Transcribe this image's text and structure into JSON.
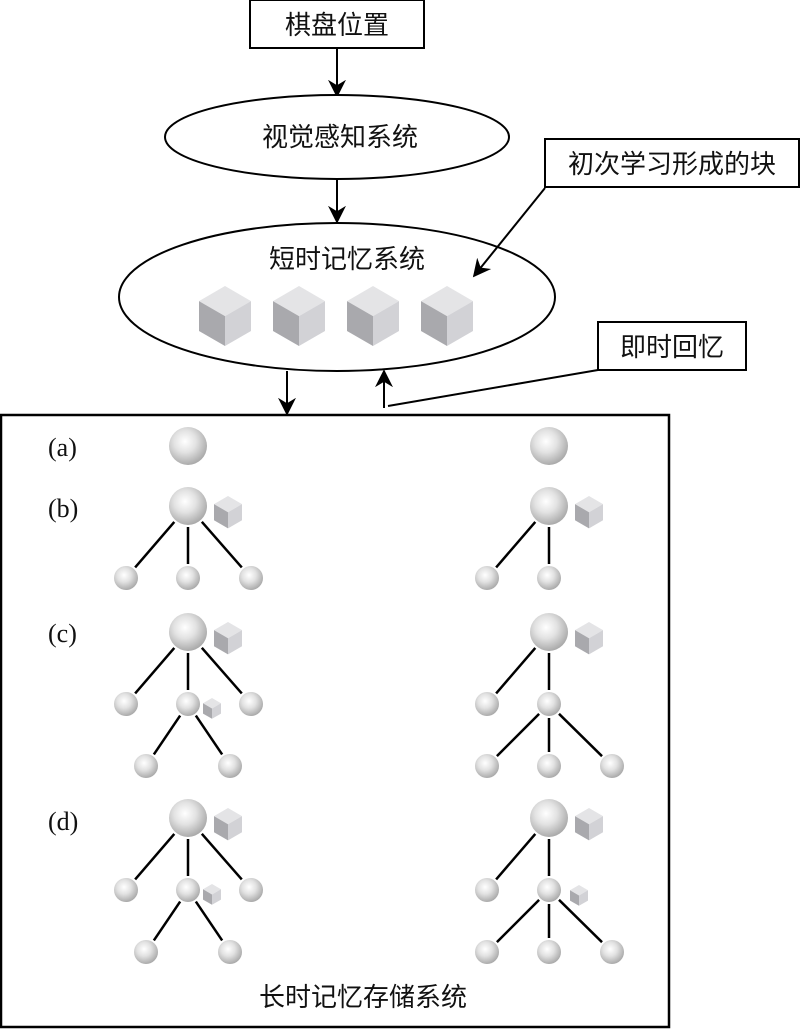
{
  "diagram": {
    "input_box": "棋盘位置",
    "visual_system": "视觉感知系统",
    "short_term_system": "短时记忆系统",
    "chunk_callout": "初次学习形成的块",
    "recall_callout": "即时回忆",
    "long_term_system": "长时记忆存储系统",
    "short_term_chunks": 4,
    "stages": [
      {
        "label": "(a)",
        "left_tree": "single-node",
        "right_tree": "single-node"
      },
      {
        "label": "(b)",
        "left_tree": "root-3-children-with-chunk",
        "right_tree": "root-2-children-with-chunk"
      },
      {
        "label": "(c)",
        "left_tree": "root-3-children-middle-2-children-chunks",
        "right_tree": "root-2-children-second-3-children-chunk"
      },
      {
        "label": "(d)",
        "left_tree": "root-3-children-middle-2-children-chunks",
        "right_tree": "root-2-children-second-3-children-chunks"
      }
    ]
  }
}
